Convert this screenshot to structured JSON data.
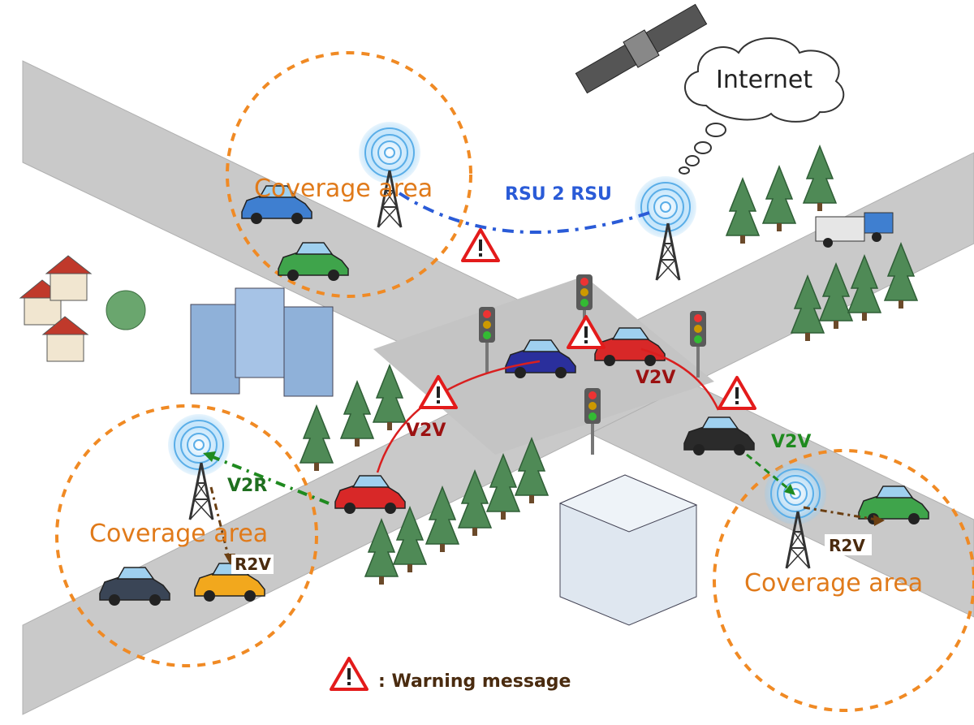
{
  "labels": {
    "internet": "Internet",
    "coverage_top": "Coverage area",
    "coverage_left": "Coverage area",
    "coverage_right": "Coverage area",
    "rsu2rsu": "RSU 2 RSU",
    "v2v_center": "V2V",
    "v2v_left": "V2V",
    "v2v_right": "V2V",
    "v2r": "V2R",
    "r2v_left": "R2V",
    "r2v_right": "R2V",
    "legend": ": Warning message"
  },
  "colors": {
    "coverage_circle": "#f08a24",
    "road": "#c9c9c9",
    "rsu_link": "#2a5bd7",
    "v2v_link": "#d91f1f",
    "v2r_link": "#1f8a1f",
    "r2v_link": "#6b3f12",
    "warning": "#e31b1b"
  }
}
